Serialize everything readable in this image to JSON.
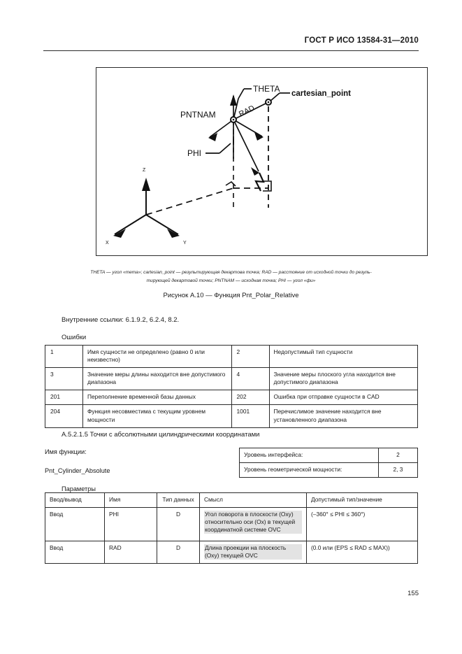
{
  "header": {
    "standard_code": "ГОСТ Р ИСО 13584-31—2010"
  },
  "figure": {
    "labels": {
      "theta": "THETA",
      "cartesian_point": "cartesian_point",
      "rad": "RAD",
      "pntnam": "PNTNAM",
      "phi": "PHI",
      "axis_x": "X",
      "axis_y": "Y",
      "axis_z": "Z"
    },
    "legend_line1": "THETA — угол «тета»; cartesian_point — результирующая декартова точка; RAD — расстояние от исходной точки до резуль-",
    "legend_line2": "тирующей декартовой точки; PNTNAM — исходная точка; PHI — угол «фи»",
    "caption": "Рисунок А.10 — Функция Pnt_Polar_Relative"
  },
  "body": {
    "internal_refs": "Внутренние ссылки: 6.1.9.2, 6.2.4, 8.2.",
    "errors_label": "Ошибки",
    "section_heading": "А.5.2.1.5 Точки с абсолютными цилиндрическими координатами",
    "function_label": "Имя функции:",
    "function_name": "Pnt_Cylinder_Absolute",
    "parameters_label": "Параметры"
  },
  "errors_table": {
    "rows": [
      {
        "code_left": "1",
        "text_left": "Имя сущности не определено (равно 0 или неизвестно)",
        "code_right": "2",
        "text_right": "Недопустимый тип сущности"
      },
      {
        "code_left": "3",
        "text_left": "Значение меры длины находится вне допустимого диапазона",
        "code_right": "4",
        "text_right": "Значение меры плоского угла находится вне допустимого диапазона"
      },
      {
        "code_left": "201",
        "text_left": "Переполнение временной базы данных",
        "code_right": "202",
        "text_right": "Ошибка при отправке сущности в CAD"
      },
      {
        "code_left": "204",
        "text_left": "Функция несовместима с текущим уровнем мощности",
        "code_right": "1001",
        "text_right": "Перечислимое значение находится вне установленного диапазона"
      }
    ]
  },
  "levels_table": {
    "rows": [
      {
        "label": "Уровень интерфейса:",
        "value": "2"
      },
      {
        "label": "Уровень геометрической мощности:",
        "value": "2, 3"
      }
    ]
  },
  "params_table": {
    "headers": {
      "io": "Ввод/вывод",
      "name": "Имя",
      "type": "Тип данных",
      "meaning": "Смысл",
      "allowed": "Допустимый тип/значение"
    },
    "rows": [
      {
        "io": "Ввод",
        "name": "PHI",
        "type": "D",
        "meaning": "Угол поворота в плоскости (Oxy) относительно оси (Ox) в текущей координатной системе OVC",
        "allowed": "(–360° ≤ PHI ≤ 360°)",
        "highlight": true
      },
      {
        "io": "Ввод",
        "name": "RAD",
        "type": "D",
        "meaning": "Длина проекции на плоскость (Oxy) текущей OVC",
        "allowed": "(0.0 или (EPS ≤ RAD ≤ MAX))",
        "highlight": true
      }
    ]
  },
  "footer": {
    "page_number": "155"
  },
  "colors": {
    "ink": "#1a1a1a",
    "rule": "#2b2b2b",
    "highlight": "#e3e3e3"
  }
}
